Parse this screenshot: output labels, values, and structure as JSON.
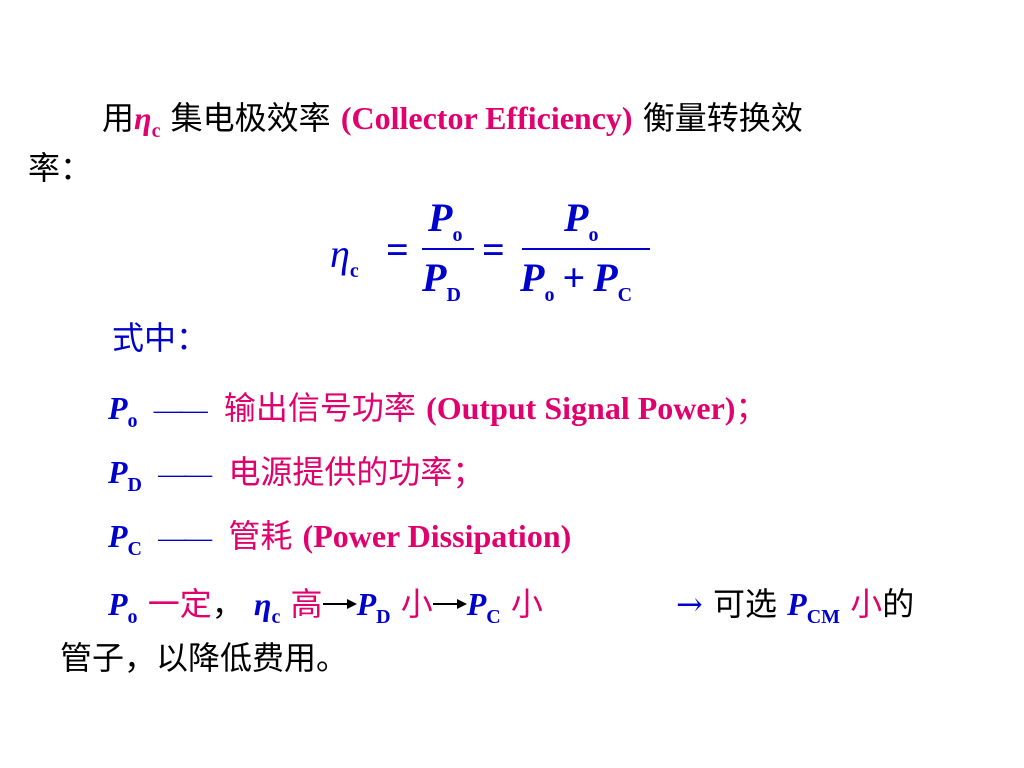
{
  "slide": {
    "intro": {
      "prefix": "用",
      "symbol": "η",
      "symbol_sub": "c",
      "middle": "集电极效率",
      "english": "(Collector Efficiency)",
      "suffix": "衡量转换效",
      "wrap": "率："
    },
    "formula": {
      "lhs_symbol": "η",
      "lhs_sub": "c",
      "equals": "=",
      "frac1_num": "P",
      "frac1_num_sub": "o",
      "frac1_den": "P",
      "frac1_den_sub": "D",
      "frac2_num": "P",
      "frac2_num_sub": "o",
      "frac2_den_a": "P",
      "frac2_den_a_sub": "o",
      "frac2_den_plus": "+",
      "frac2_den_b": "P",
      "frac2_den_b_sub": "C"
    },
    "where_label": "式中：",
    "definitions": [
      {
        "symbol": "P",
        "sub": "o",
        "dash": "——",
        "text": "输出信号功率",
        "english": "(Output Signal Power)",
        "end": "；"
      },
      {
        "symbol": "P",
        "sub": "D",
        "dash": "——",
        "text": "电源提供的功率；",
        "english": "",
        "end": ""
      },
      {
        "symbol": "P",
        "sub": "C",
        "dash": "——",
        "text": "管耗",
        "english": "(Power Dissipation)",
        "end": ""
      }
    ],
    "conclusion": {
      "p_symbol": "P",
      "p_sub": "o",
      "fixed": "一定",
      "comma": "，",
      "eta": "η",
      "eta_sub": "c",
      "high": "高",
      "pd_symbol": "P",
      "pd_sub": "D",
      "small1": "小",
      "pc_symbol": "P",
      "pc_sub": "C",
      "small2": "小",
      "arrow": "→",
      "choose": "可选",
      "pcm_symbol": "P",
      "pcm_sub": "CM",
      "small3": "小",
      "of": "的",
      "wrap": "管子，以降低费用。"
    }
  }
}
